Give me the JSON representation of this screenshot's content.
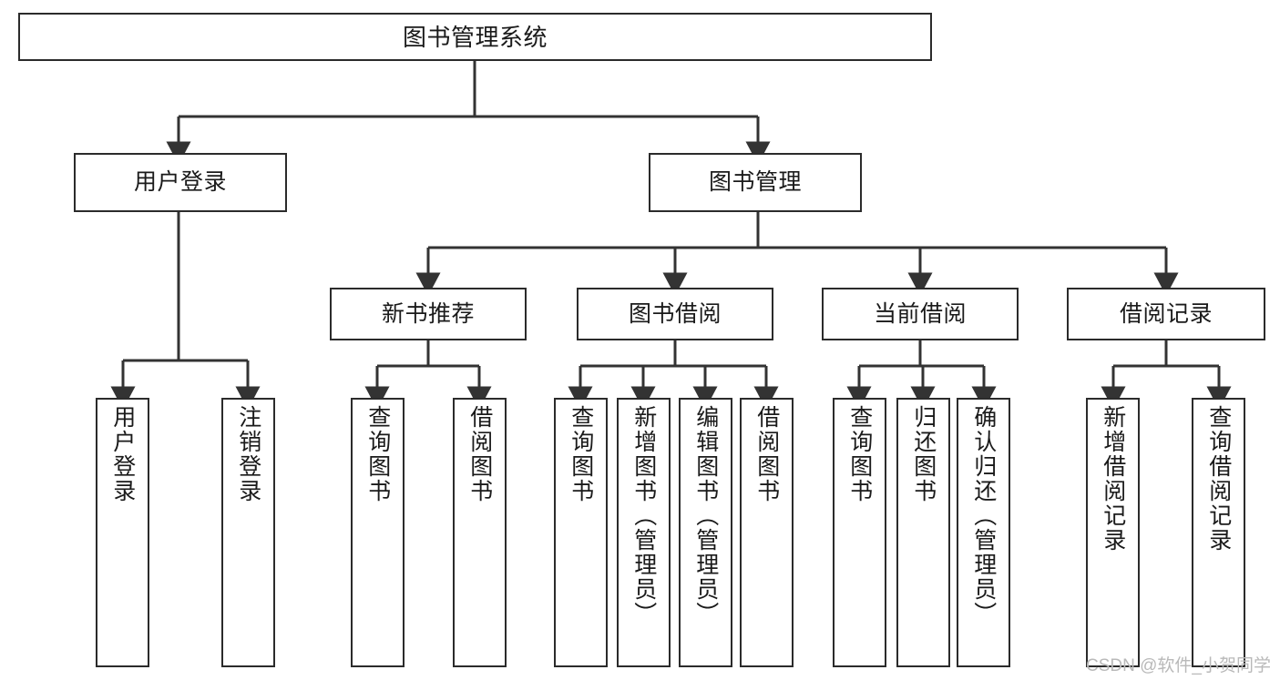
{
  "diagram": {
    "title": "图书管理系统",
    "type": "tree",
    "orientation": "top-down",
    "style": {
      "box_border_color": "#2b2b2b",
      "box_fill_color": "#ffffff",
      "edge_color": "#333333",
      "text_color": "#1a1a1a",
      "background": "#ffffff"
    },
    "nodes": {
      "root": {
        "id": "root",
        "label": "图书管理系统",
        "level": 0
      },
      "level1": [
        {
          "id": "user-login",
          "label": "用户登录",
          "level": 1
        },
        {
          "id": "book-manage",
          "label": "图书管理",
          "level": 1
        }
      ],
      "level2": [
        {
          "id": "new-book-recommend",
          "label": "新书推荐",
          "level": 2,
          "parent": "book-manage"
        },
        {
          "id": "book-borrow",
          "label": "图书借阅",
          "level": 2,
          "parent": "book-manage"
        },
        {
          "id": "current-borrow",
          "label": "当前借阅",
          "level": 2,
          "parent": "book-manage"
        },
        {
          "id": "borrow-record",
          "label": "借阅记录",
          "level": 2,
          "parent": "book-manage"
        }
      ],
      "leaves": [
        {
          "id": "leaf-user-login",
          "label": "用户登录",
          "parent": "user-login"
        },
        {
          "id": "leaf-logout",
          "label": "注销登录",
          "parent": "user-login"
        },
        {
          "id": "leaf-query-book-1",
          "label": "查询图书",
          "parent": "new-book-recommend"
        },
        {
          "id": "leaf-borrow-book-1",
          "label": "借阅图书",
          "parent": "new-book-recommend"
        },
        {
          "id": "leaf-query-book-2",
          "label": "查询图书",
          "parent": "book-borrow"
        },
        {
          "id": "leaf-add-book",
          "label": "新增图书（管理员）",
          "parent": "book-borrow"
        },
        {
          "id": "leaf-edit-book",
          "label": "编辑图书（管理员）",
          "parent": "book-borrow"
        },
        {
          "id": "leaf-borrow-book-2",
          "label": "借阅图书",
          "parent": "book-borrow"
        },
        {
          "id": "leaf-query-book-3",
          "label": "查询图书",
          "parent": "current-borrow"
        },
        {
          "id": "leaf-return-book",
          "label": "归还图书",
          "parent": "current-borrow"
        },
        {
          "id": "leaf-confirm-return",
          "label": "确认归还（管理员）",
          "parent": "current-borrow"
        },
        {
          "id": "leaf-add-record",
          "label": "新增借阅记录",
          "parent": "borrow-record"
        },
        {
          "id": "leaf-query-record",
          "label": "查询借阅记录",
          "parent": "borrow-record"
        }
      ]
    }
  },
  "watermark": {
    "text": "CSDN @软件_小贺同学"
  }
}
